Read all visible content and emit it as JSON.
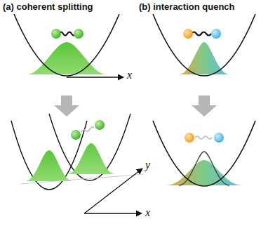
{
  "diagram": {
    "labels": [
      "(a) coherent splitting",
      "(b) interaction quench",
      "x",
      "y",
      "x"
    ]
  }
}
